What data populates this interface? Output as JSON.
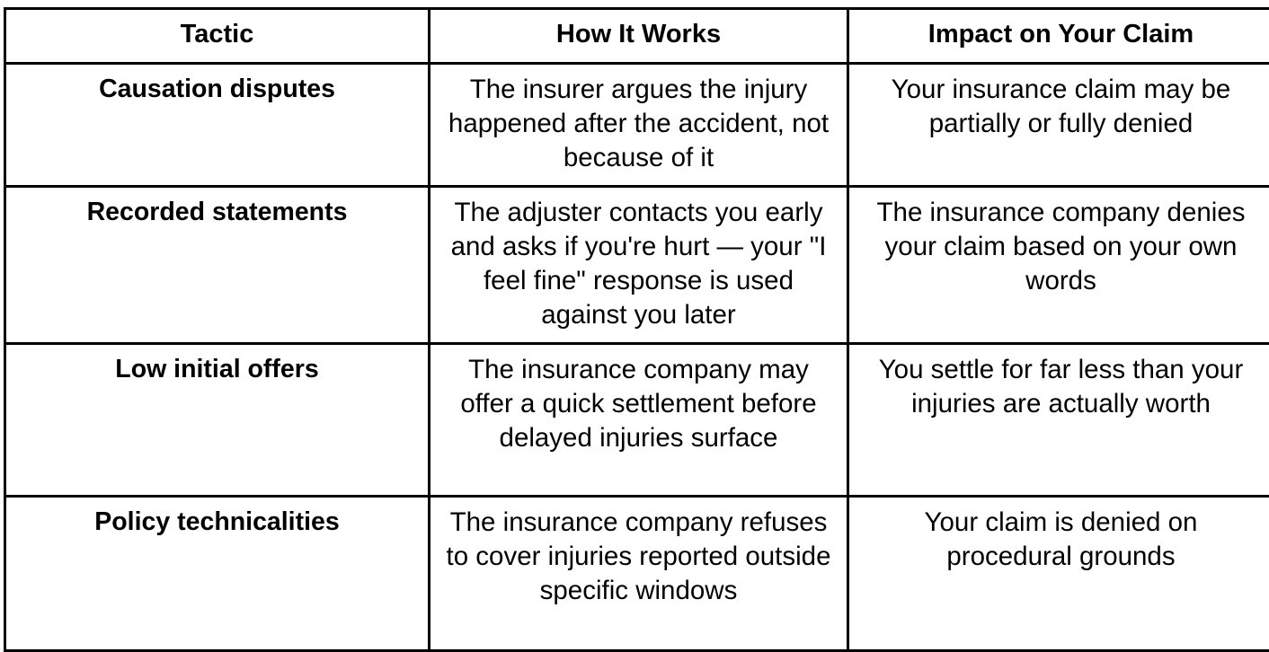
{
  "table": {
    "columns": [
      {
        "key": "tactic",
        "header": "Tactic"
      },
      {
        "key": "how_it_works",
        "header": "How It Works"
      },
      {
        "key": "impact",
        "header": "Impact on Your Claim"
      }
    ],
    "headers": {
      "tactic": "Tactic",
      "how_it_works": "How It Works",
      "impact": "Impact on Your Claim"
    },
    "rows": [
      {
        "tactic": "Causation disputes",
        "how_it_works": "The insurer argues the injury happened after the accident, not because of it",
        "impact": "Your insurance claim may be partially or fully denied"
      },
      {
        "tactic": "Recorded statements",
        "how_it_works": "The adjuster contacts you early and asks if you're hurt — your \"I feel fine\" response is used against you later",
        "impact": "The insurance company denies your claim based on your own words"
      },
      {
        "tactic": "Low initial offers",
        "how_it_works": "The insurance company may offer a quick settlement before delayed injuries surface",
        "impact": "You settle for far less than your injuries are actually worth"
      },
      {
        "tactic": "Policy technicalities",
        "how_it_works": "The insurance company refuses to cover injuries reported outside specific windows",
        "impact": "Your claim is denied on procedural grounds"
      }
    ]
  },
  "style": {
    "border_color": "#000000",
    "background_color": "#ffffff",
    "text_color": "#000000"
  }
}
